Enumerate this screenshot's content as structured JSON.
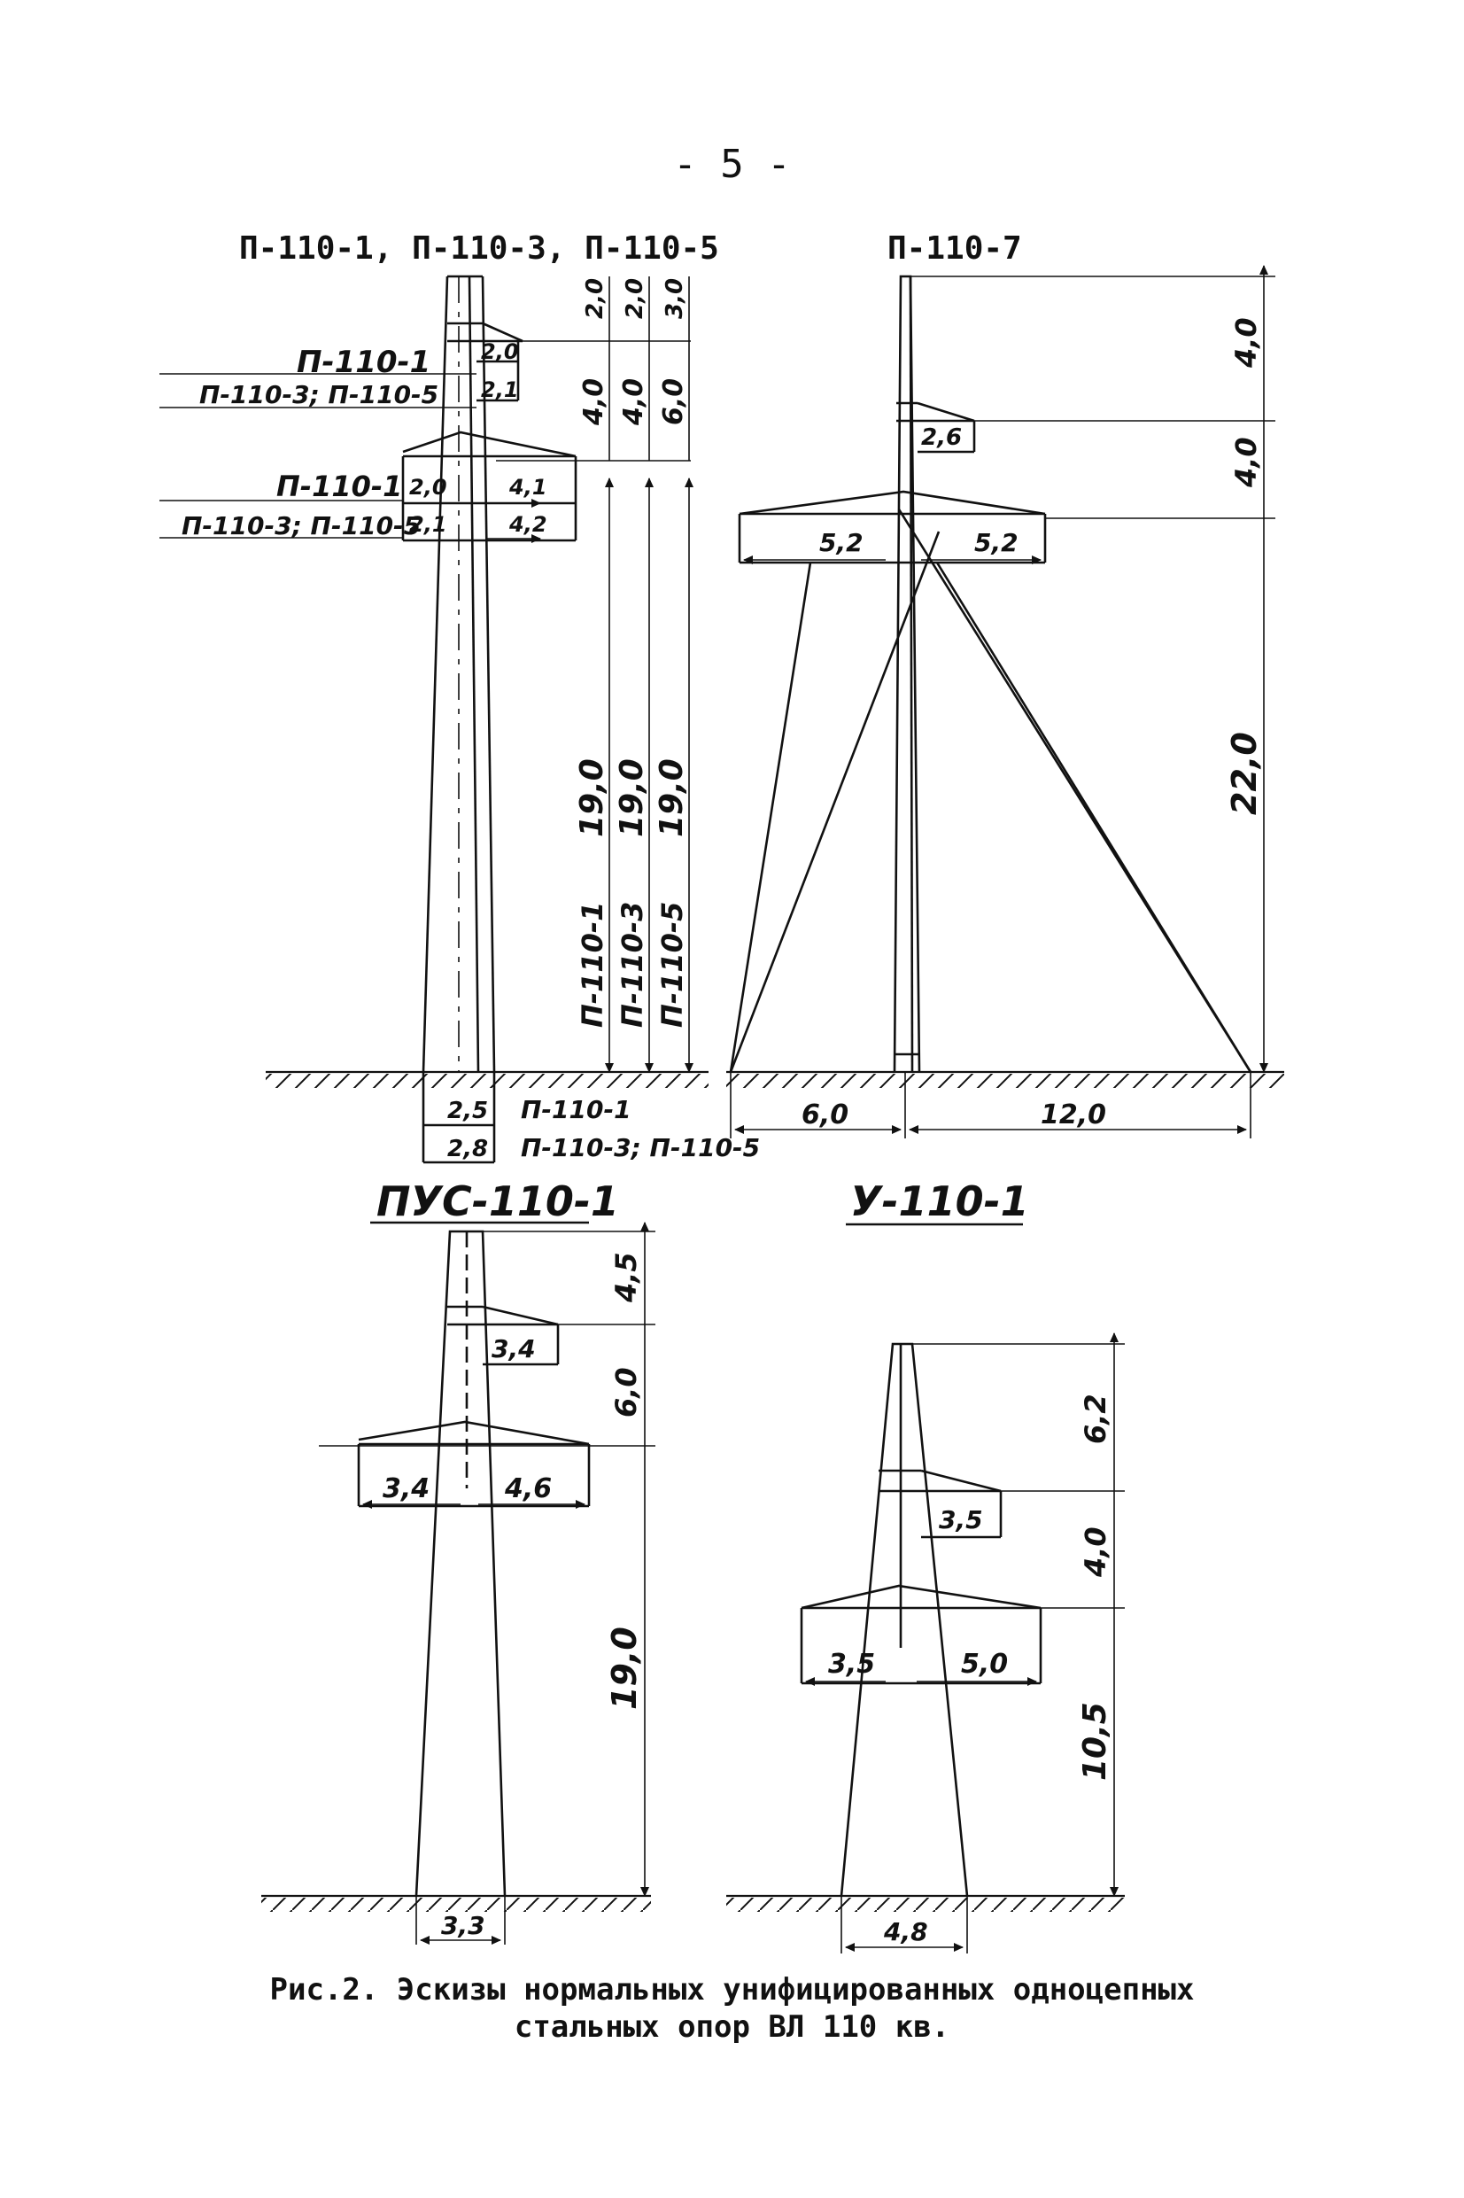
{
  "page_number": "- 5 -",
  "figure": {
    "caption_line1": "Рис.2. Эскизы нормальных унифицированных одноцепных",
    "caption_line2": "стальных опор ВЛ 110 кв."
  },
  "panels": {
    "p110": {
      "title": "П-110-1, П-110-3, П-110-5",
      "label_p1_upper": "П-110-1",
      "label_p35_upper": "П-110-3; П-110-5",
      "label_p1_lower": "П-110-1",
      "label_p35_lower": "П-110-3; П-110-5",
      "upper_arm_p1": "2,0",
      "upper_arm_p35": "2,1",
      "lower_left_p1": "2,0",
      "lower_right_p1": "4,1",
      "lower_left_p35": "2,1",
      "lower_right_p35": "4,2",
      "top_h1": "2,0",
      "top_h2": "2,0",
      "top_h3": "3,0",
      "mid_h1": "4,0",
      "mid_h2": "4,0",
      "mid_h3": "6,0",
      "low_h1": "19,0",
      "low_h2": "19,0",
      "low_h3": "19,0",
      "type1": "П-110-1",
      "type2": "П-110-3",
      "type3": "П-110-5",
      "base_p1": "2,5",
      "base_p1_label": "П-110-1",
      "base_p35": "2,8",
      "base_p35_label": "П-110-3; П-110-5"
    },
    "p110_7": {
      "title": "П-110-7",
      "h_top": "4,0",
      "h_mid": "4,0",
      "h_low": "22,0",
      "upper_arm": "2,6",
      "lower_left": "5,2",
      "lower_right": "5,2",
      "base_left": "6,0",
      "base_right": "12,0"
    },
    "pus110": {
      "title": "ПУС-110-1",
      "h_top": "4,5",
      "h_mid": "6,0",
      "h_low": "19,0",
      "upper_arm": "3,4",
      "lower_left": "3,4",
      "lower_right": "4,6",
      "base": "3,3"
    },
    "u110": {
      "title": "У-110-1",
      "h_top": "6,2",
      "h_mid": "4,0",
      "h_low": "10,5",
      "upper_arm": "3,5",
      "lower_left": "3,5",
      "lower_right": "5,0",
      "base": "4,8"
    }
  }
}
